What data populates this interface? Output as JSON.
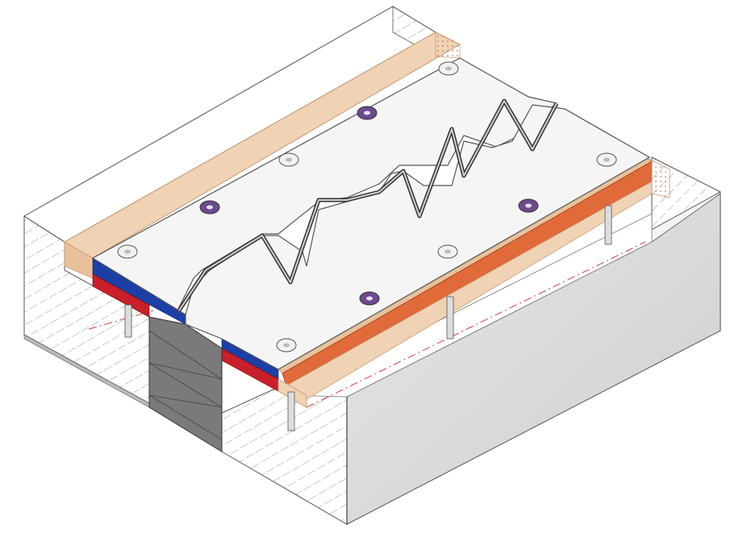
{
  "colors": {
    "background": "#ffffff",
    "concrete_face": "#dcdcdc",
    "concrete_side": "#e4e4e4",
    "hatch": "#5a5a5a",
    "wood_strip": "#f0d2b4",
    "wood_strip_edge": "#c89a74",
    "cover_plate": "#f4f4f4",
    "cover_plate_edge": "#555555",
    "blue_layer": "#1c3fa6",
    "red_layer": "#c8202a",
    "orange_layer": "#e06a3a",
    "gap_filler": "#7a7a7a",
    "screw_head": "#f2f2f2",
    "anchor_head": "#6e4a8e",
    "centerline": "#d04040"
  },
  "components": [
    {
      "name": "concrete-block",
      "icon": "hatched-block"
    },
    {
      "name": "expansion-joint-cover-plate",
      "icon": "zigzag-plate"
    },
    {
      "name": "wood-edge-strip",
      "icon": "beam"
    },
    {
      "name": "blue-sealing-layer",
      "icon": "layer"
    },
    {
      "name": "red-sealing-layer",
      "icon": "layer"
    },
    {
      "name": "gap-filler",
      "icon": "filler-block"
    },
    {
      "name": "countersunk-screws",
      "icon": "screw-head"
    },
    {
      "name": "anchor-bolts",
      "icon": "anchor-head"
    }
  ]
}
